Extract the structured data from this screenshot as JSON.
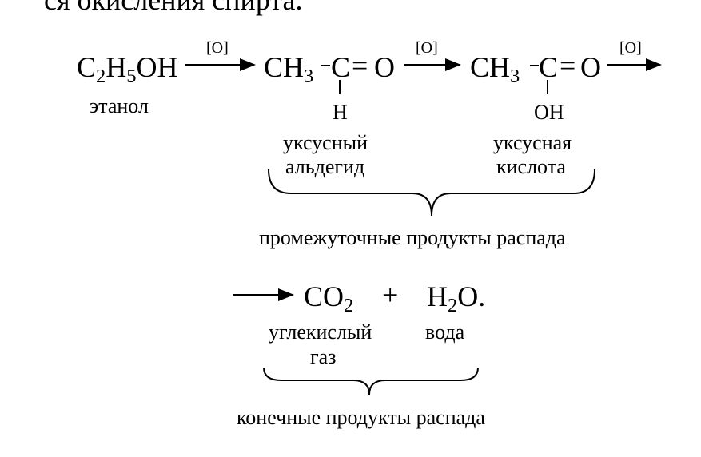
{
  "header": {
    "cut_text": "ся окисления спирта."
  },
  "reaction": {
    "ethanol": {
      "p1": "C",
      "s1": "2",
      "p2": "H",
      "s2": "5",
      "p3": "OH",
      "label": "этанол"
    },
    "oxidant": "[O]",
    "aldehyde": {
      "ch": "CH",
      "ch_sub": "3",
      "c": "C",
      "eq": "=",
      "o": "O",
      "h": "H",
      "label_line1": "уксусный",
      "label_line2": "альдегид"
    },
    "acid": {
      "ch": "CH",
      "ch_sub": "3",
      "c": "C",
      "eq": "=",
      "o": "O",
      "oh": "OH",
      "label_line1": "уксусная",
      "label_line2": "кислота"
    },
    "intermediate_label": "промежуточные продукты распада",
    "co2": {
      "p1": "CO",
      "s1": "2",
      "label_line1": "углекислый",
      "label_line2": "газ"
    },
    "plus": "+",
    "water": {
      "p1": "H",
      "s1": "2",
      "p2": "O.",
      "label": "вода"
    },
    "final_label": "конечные продукты распада"
  }
}
